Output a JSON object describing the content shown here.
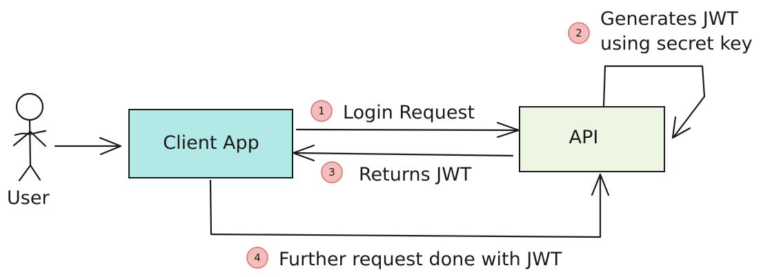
{
  "colors": {
    "client_fill": "#b2e9e6",
    "api_fill": "#ecf6e2",
    "badge_fill": "#f5bcbc",
    "badge_stroke": "#e06a6a",
    "ink": "#1a1a1a"
  },
  "actor": {
    "label": "User"
  },
  "nodes": {
    "client": {
      "label": "Client App"
    },
    "api": {
      "label": "API"
    }
  },
  "steps": [
    {
      "number": "1",
      "text": "Login Request"
    },
    {
      "number": "2",
      "line1": "Generates JWT",
      "line2": "using secret key"
    },
    {
      "number": "3",
      "text": "Returns JWT"
    },
    {
      "number": "4",
      "text": "Further request done with JWT"
    }
  ]
}
